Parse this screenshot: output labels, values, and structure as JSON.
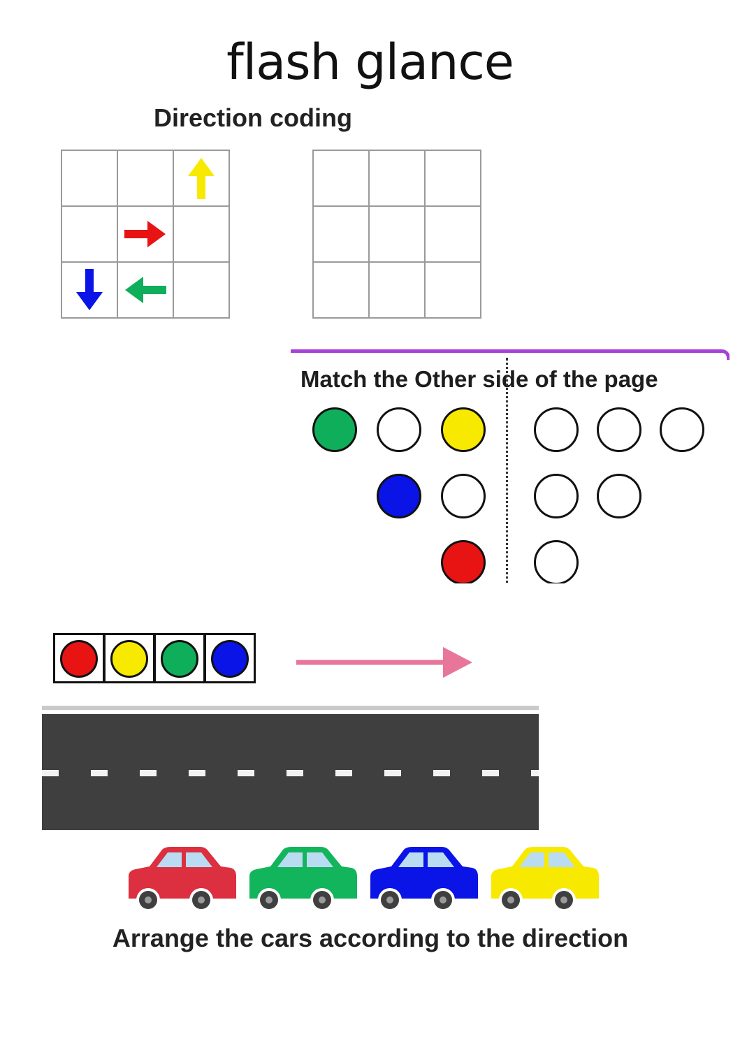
{
  "title": "flash glance",
  "section_heading": "Direction coding",
  "colors": {
    "red": "#e81313",
    "yellow": "#f7ea00",
    "green": "#0fae5a",
    "blue": "#0a14e6",
    "purple_border": "#a642d6",
    "pink_arrow": "#e8759a",
    "road": "#3f3f3f"
  },
  "direction_grid": {
    "arrows": [
      {
        "row": 0,
        "col": 2,
        "direction": "up",
        "color": "#f7ea00",
        "icon": "up-arrow-icon"
      },
      {
        "row": 1,
        "col": 1,
        "direction": "right",
        "color": "#e81313",
        "icon": "right-arrow-icon"
      },
      {
        "row": 2,
        "col": 0,
        "direction": "down",
        "color": "#0a14e6",
        "icon": "down-arrow-icon"
      },
      {
        "row": 2,
        "col": 1,
        "direction": "left",
        "color": "#0fae5a",
        "icon": "left-arrow-icon"
      }
    ]
  },
  "match_panel": {
    "heading": "Match the Other side of the page",
    "left_circles": [
      {
        "row": 0,
        "col": 0,
        "fill": "#0fae5a"
      },
      {
        "row": 0,
        "col": 1,
        "fill": "#ffffff"
      },
      {
        "row": 0,
        "col": 2,
        "fill": "#f7ea00"
      },
      {
        "row": 1,
        "col": 1,
        "fill": "#0a14e6"
      },
      {
        "row": 1,
        "col": 2,
        "fill": "#ffffff"
      },
      {
        "row": 2,
        "col": 2,
        "fill": "#e81313"
      }
    ],
    "right_circles": [
      {
        "row": 0,
        "col": 0,
        "fill": "#ffffff"
      },
      {
        "row": 0,
        "col": 1,
        "fill": "#ffffff"
      },
      {
        "row": 0,
        "col": 2,
        "fill": "#ffffff"
      },
      {
        "row": 1,
        "col": 0,
        "fill": "#ffffff"
      },
      {
        "row": 1,
        "col": 1,
        "fill": "#ffffff"
      },
      {
        "row": 2,
        "col": 0,
        "fill": "#ffffff"
      }
    ]
  },
  "color_sequence": [
    "#e81313",
    "#f7ea00",
    "#0fae5a",
    "#0a14e6"
  ],
  "cars": [
    "#dc2f3f",
    "#12b55c",
    "#0a14e6",
    "#f7ea00"
  ],
  "instruction": "Arrange the cars according to the direction"
}
